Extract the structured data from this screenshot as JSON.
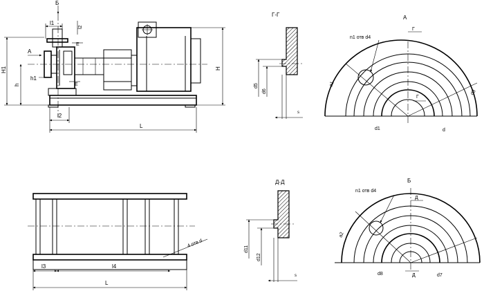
{
  "pump_elevation": {
    "labels": {
      "B": "Б",
      "l1": "l1",
      "l2": "l2",
      "A": "A",
      "h1": "h1",
      "E1": "Е",
      "E2": "Е",
      "H1": "H1",
      "h": "h",
      "H": "H",
      "L": "L",
      "l2b": "l2"
    }
  },
  "section_gg": {
    "title": "Г-Г",
    "d5": "d5",
    "d6": "d6",
    "s": "s"
  },
  "view_a": {
    "title": "A",
    "n1": "n1 отв d4",
    "g_top": "Г",
    "g_bot": "Г",
    "a1": "a1",
    "d3": "d3",
    "d1": "d1",
    "d": "d"
  },
  "frame_plan": {
    "four_holes": "4 отв d",
    "l3": "l3",
    "l4": "l4",
    "L": "L"
  },
  "section_dd": {
    "title": "Д-Д",
    "d11": "d11",
    "d12": "d12",
    "s": "s"
  },
  "view_b": {
    "title": "Б",
    "n1": "n1 отв d4",
    "d_top": "Д",
    "d_bot": "Д",
    "a2": "a2",
    "d8": "d8",
    "d7": "d7"
  }
}
